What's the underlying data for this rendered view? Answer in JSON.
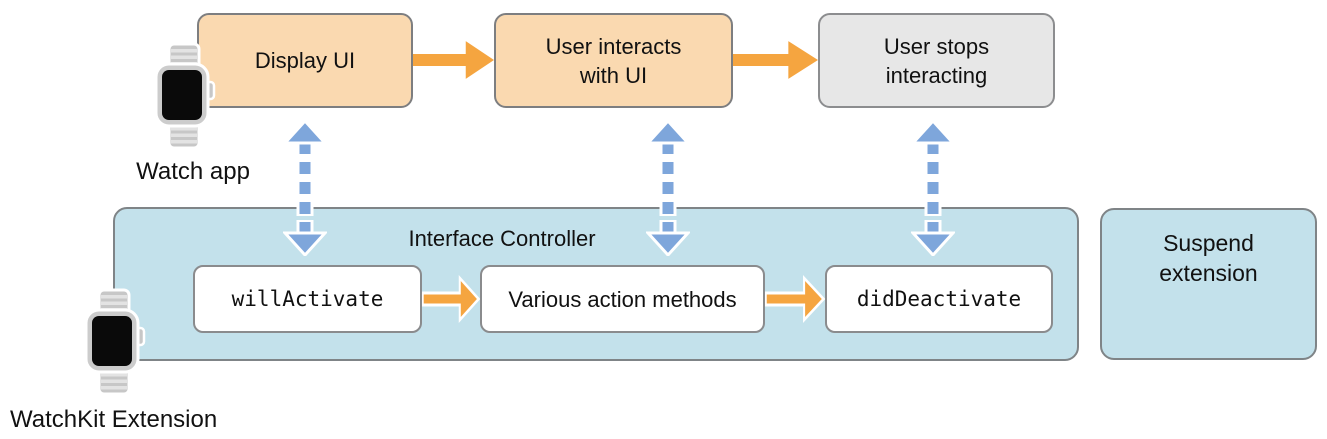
{
  "diagram": {
    "title_hint": "WatchKit app lifecycle",
    "watch_app": {
      "label": "Watch app"
    },
    "watchkit_extension": {
      "label": "WatchKit Extension"
    },
    "top_flow": {
      "boxes": [
        {
          "label": "Display UI",
          "variant": "peach"
        },
        {
          "label": "User interacts with UI",
          "variant": "peach"
        },
        {
          "label": "User stops interacting",
          "variant": "gray"
        }
      ]
    },
    "interface_controller": {
      "title": "Interface Controller",
      "methods": [
        "willActivate",
        "Various action methods",
        "didDeactivate"
      ]
    },
    "suspend_extension": {
      "label": "Suspend extension"
    },
    "colors": {
      "peach_fill": "#fad9b0",
      "gray_fill": "#e7e7e7",
      "blue_panel_fill": "#c3e1eb",
      "flow_arrow_orange": "#f5a540",
      "sync_arrow_blue": "#7ea6db",
      "box_border_gray": "#7d7e80",
      "watch_silver": "#c9c9c9",
      "watch_screen": "#0a0a0a"
    }
  }
}
